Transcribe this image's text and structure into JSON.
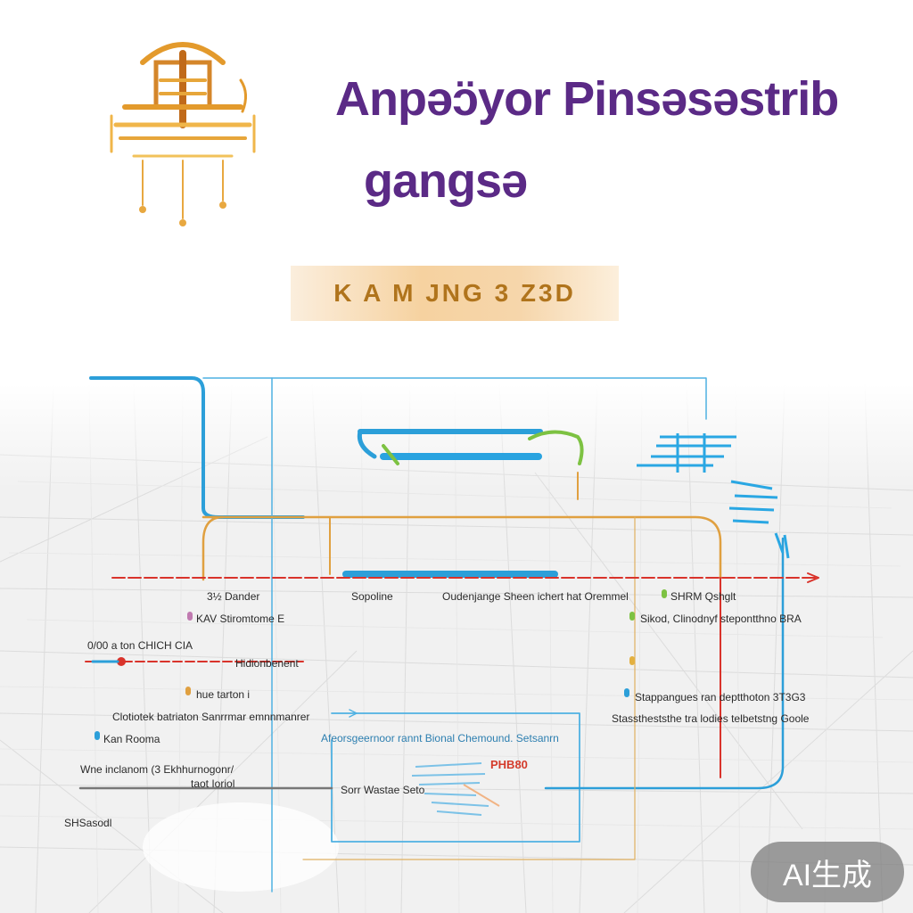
{
  "header": {
    "title": "Anpəɔ̈yor Pinsəsəstrib",
    "subtitle": "gangsə"
  },
  "banner": {
    "text": "K A M JNG 3 Z3D"
  },
  "labels": [
    {
      "id": "l1",
      "text": "3½ Dander"
    },
    {
      "id": "l2",
      "text": "Sopoline"
    },
    {
      "id": "l3",
      "text": "Oudenjange Sheen ichert hat Oremmel"
    },
    {
      "id": "l4",
      "text": "SHRM Qshglt"
    },
    {
      "id": "l5",
      "text": "KAV Stiromtome E"
    },
    {
      "id": "l6",
      "text": "Sikod, Clinodnyf stepontthno BRA"
    },
    {
      "id": "l7",
      "text": "0/00 a ton CHICH CIA"
    },
    {
      "id": "l8",
      "text": "Hidionbenent"
    },
    {
      "id": "l9",
      "text": "hue tarton i"
    },
    {
      "id": "l10",
      "text": "Stappangues ran deptthoton 3T3G3"
    },
    {
      "id": "l11",
      "text": "Clotiotek batriaton Sanrrmar emnnmanrer"
    },
    {
      "id": "l12",
      "text": "Stasstheststhe tra lodies telbetstng Goole"
    },
    {
      "id": "l13",
      "text": "Kan Rooma"
    },
    {
      "id": "l14",
      "text": "Afeorsgeernoor rannt Bional Chemound. Setsanrn"
    },
    {
      "id": "l15",
      "text": "PHB80"
    },
    {
      "id": "l16",
      "text": "Wne inclanom (3 Ekhhurnogonr/"
    },
    {
      "id": "l17",
      "text": "taot Ioriol"
    },
    {
      "id": "l18",
      "text": "Sorr Wastae Seto"
    },
    {
      "id": "l19",
      "text": "SHSasodl"
    }
  ],
  "badge": {
    "text": "AI生成"
  },
  "colors": {
    "title_purple": "#5b2a86",
    "route_blue": "#2c9fd9",
    "route_orange": "#e0a040",
    "route_red": "#d9332b",
    "route_green": "#7dc242",
    "banner_text": "#b0741c"
  }
}
